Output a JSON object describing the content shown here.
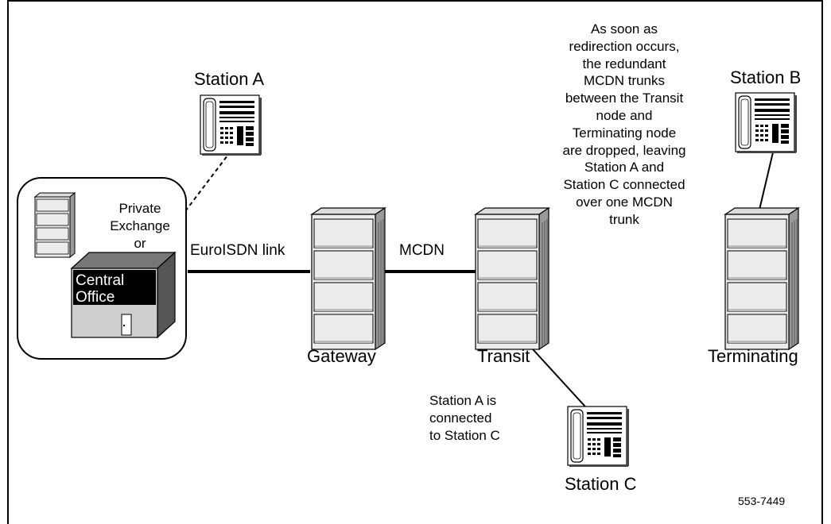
{
  "nodes": {
    "station_a": "Station A",
    "station_b": "Station B",
    "station_c": "Station C",
    "gateway": "Gateway",
    "transit": "Transit",
    "terminating": "Terminating",
    "private_exchange": "Private\nExchange\nor",
    "central_office": "Central\nOffice"
  },
  "links": {
    "euroisdn": "EuroISDN link",
    "mcdn": "MCDN"
  },
  "notes": {
    "redirection": "As soon as\nredirection occurs,\nthe redundant\nMCDN trunks\nbetween the Transit\nnode and\nTerminating node\nare dropped, leaving\nStation A and\nStation C connected\nover one MCDN\ntrunk",
    "connected": "Station A is\nconnected\nto Station C"
  },
  "figure_id": "553-7449"
}
